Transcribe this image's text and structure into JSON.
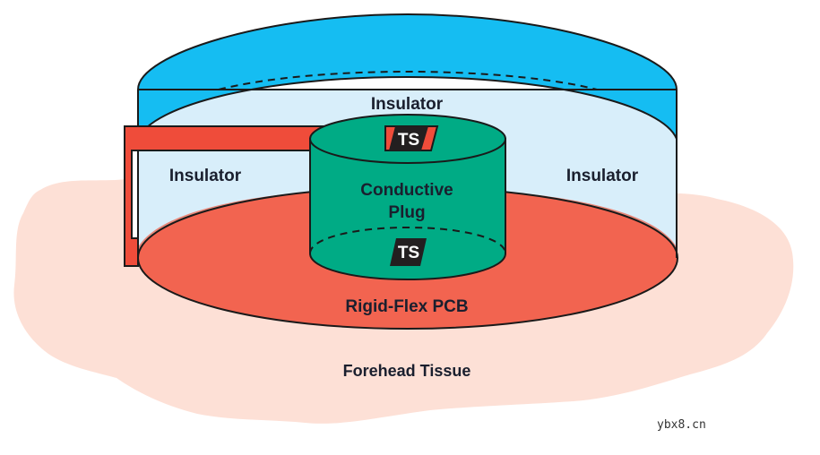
{
  "labels": {
    "insulator_top": "Insulator",
    "insulator_left": "Insulator",
    "insulator_right": "Insulator",
    "conductive_plug_line1": "Conductive",
    "conductive_plug_line2": "Plug",
    "sensor_top": "TS",
    "sensor_bottom": "TS",
    "pcb": "Rigid-Flex PCB",
    "tissue": "Forehead Tissue"
  },
  "watermark": "ybx8.cn",
  "colors": {
    "tissue": "#fde0d6",
    "insulator_cap": "#15bdf2",
    "insulator_body": "#d8eefa",
    "pcb": "#f26450",
    "pcb_through_insulator": "#e8887a",
    "plug": "#00ab85",
    "flex_cable": "#ef4c3a",
    "sensor": "#231f20",
    "outline": "#1a1a1a"
  }
}
